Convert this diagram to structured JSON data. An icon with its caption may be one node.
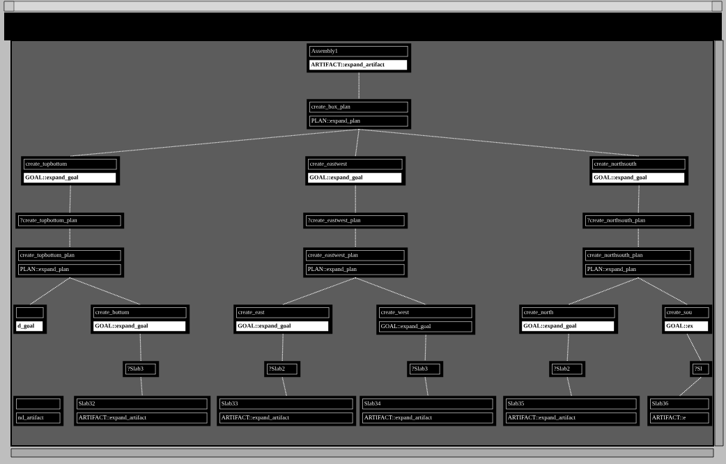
{
  "diagram": {
    "nodes": [
      {
        "text": [
          "Assembly1",
          "ARTIFACT::expand_artifact"
        ]
      },
      {
        "text": [
          "create_box_plan",
          "PLAN::expand_plan"
        ]
      },
      {
        "text": [
          "create_topbottom",
          "GOAL::expand_goal"
        ]
      },
      {
        "text": [
          "create_eastwest",
          "GOAL::expand_goal"
        ]
      },
      {
        "text": [
          "create_northsouth",
          "GOAL::expand_goal"
        ]
      },
      {
        "text": [
          "?create_topbottom_plan"
        ]
      },
      {
        "text": [
          "?create_eastwest_plan"
        ]
      },
      {
        "text": [
          "?create_northsouth_plan"
        ]
      },
      {
        "text": [
          "create_topbottom_plan",
          "PLAN::expand_plan"
        ]
      },
      {
        "text": [
          "create_eastwest_plan",
          "PLAN::expand_plan"
        ]
      },
      {
        "text": [
          "create_northsouth_plan",
          "PLAN::expand_plan"
        ]
      },
      {
        "text": [
          "d_goal"
        ]
      },
      {
        "text": [
          "create_bottom",
          "GOAL::expand_goal"
        ]
      },
      {
        "text": [
          "create_east",
          "GOAL::expand_goal"
        ]
      },
      {
        "text": [
          "create_west",
          "GOAL::expand_goal"
        ]
      },
      {
        "text": [
          "create_north",
          "GOAL::expand_goal"
        ]
      },
      {
        "text": [
          "create_sou",
          "GOAL::ex"
        ]
      },
      {
        "text": [
          "?Slab3"
        ]
      },
      {
        "text": [
          "?Slab2"
        ]
      },
      {
        "text": [
          "?Slab3"
        ]
      },
      {
        "text": [
          "?Slab2"
        ]
      },
      {
        "text": [
          "?Sl"
        ]
      },
      {
        "text": [
          "nd_artifact"
        ]
      },
      {
        "text": [
          "Slab32",
          "ARTIFACT::expand_artifact"
        ]
      },
      {
        "text": [
          "Slab33",
          "ARTIFACT::expand_artifact"
        ]
      },
      {
        "text": [
          "Slab34",
          "ARTIFACT::expand_artifact"
        ]
      },
      {
        "text": [
          "Slab35",
          "ARTIFACT::expand_artifact"
        ]
      },
      {
        "text": [
          "Slab36",
          "ARTIFACT::e"
        ]
      }
    ],
    "edges": [
      {
        "from": 0,
        "to": 1,
        "arrow": "none"
      },
      {
        "from": 1,
        "to": 2,
        "arrow": "none"
      },
      {
        "from": 1,
        "to": 3,
        "arrow": "none"
      },
      {
        "from": 1,
        "to": 4,
        "arrow": "none"
      },
      {
        "from": 2,
        "to": 5,
        "arrow": "none"
      },
      {
        "from": 3,
        "to": 6,
        "arrow": "none"
      },
      {
        "from": 4,
        "to": 7,
        "arrow": "none"
      },
      {
        "from": 5,
        "to": 8,
        "arrow": "none"
      },
      {
        "from": 6,
        "to": 9,
        "arrow": "none"
      },
      {
        "from": 7,
        "to": 10,
        "arrow": "none"
      },
      {
        "from": 8,
        "to": 11,
        "arrow": "none"
      },
      {
        "from": 8,
        "to": 12,
        "arrow": "none"
      },
      {
        "from": 9,
        "to": 13,
        "arrow": "none"
      },
      {
        "from": 9,
        "to": 14,
        "arrow": "none"
      },
      {
        "from": 10,
        "to": 15,
        "arrow": "none"
      },
      {
        "from": 10,
        "to": 16,
        "arrow": "none"
      },
      {
        "from": 12,
        "to": 17,
        "arrow": "none"
      },
      {
        "from": 13,
        "to": 18,
        "arrow": "none"
      },
      {
        "from": 14,
        "to": 19,
        "arrow": "none"
      },
      {
        "from": 15,
        "to": 20,
        "arrow": "none"
      },
      {
        "from": 16,
        "to": 21,
        "arrow": "none"
      },
      {
        "from": 17,
        "to": 23,
        "arrow": "none"
      },
      {
        "from": 18,
        "to": 24,
        "arrow": "none"
      },
      {
        "from": 19,
        "to": 25,
        "arrow": "none"
      },
      {
        "from": 20,
        "to": 26,
        "arrow": "none"
      },
      {
        "from": 21,
        "to": 27,
        "arrow": "none"
      }
    ]
  }
}
